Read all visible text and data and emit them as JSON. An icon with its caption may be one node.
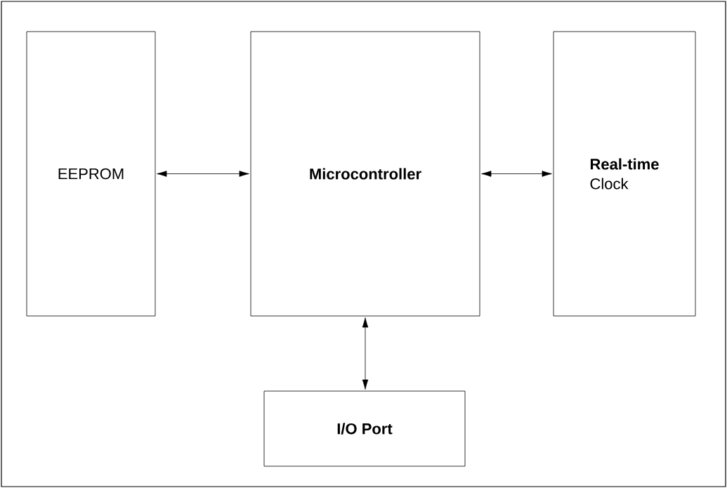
{
  "diagram": {
    "nodes": [
      {
        "text": [
          "EEPROM"
        ]
      },
      {
        "text": [
          "Microcontroller"
        ]
      },
      {
        "text": [
          "Real-time",
          "Clock"
        ]
      },
      {
        "text": [
          "I/O Port"
        ]
      }
    ],
    "edges": [
      {
        "from": 0,
        "to": 1,
        "arrow": "both"
      },
      {
        "from": 1,
        "to": 2,
        "arrow": "both"
      },
      {
        "from": 1,
        "to": 3,
        "arrow": "both"
      }
    ]
  }
}
